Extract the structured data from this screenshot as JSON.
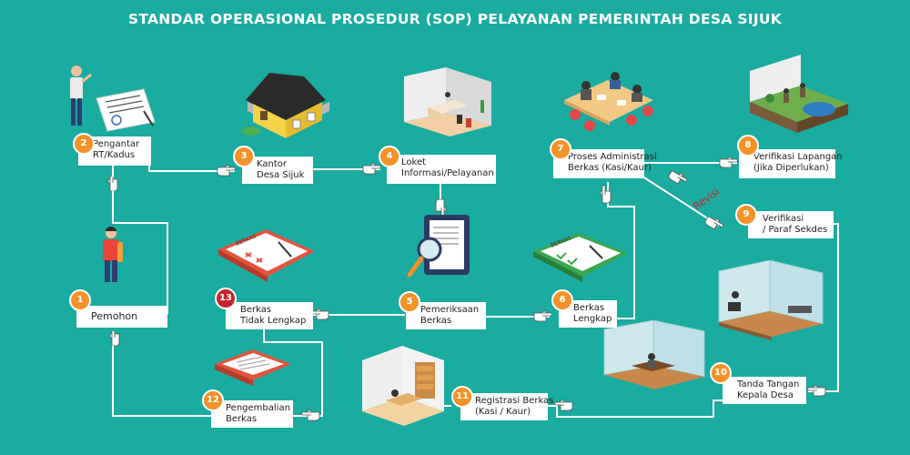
{
  "title": "STANDAR OPERASIONAL PROSEDUR (SOP) PELAYANAN PEMERINTAH DESA SIJUK",
  "colors": {
    "background": "#1aaba1",
    "step_badge": "#f39229",
    "incomplete_badge": "#c8252c",
    "revision_text": "#c8252c"
  },
  "steps": [
    {
      "number": "1",
      "lines": [
        "Pemohon"
      ]
    },
    {
      "number": "2",
      "lines": [
        "Pengantar",
        "RT/Kadus"
      ]
    },
    {
      "number": "3",
      "lines": [
        "Kantor",
        "Desa Sijuk"
      ]
    },
    {
      "number": "4",
      "lines": [
        "Loket",
        "Informasi/Pelayanan"
      ]
    },
    {
      "number": "5",
      "lines": [
        "Pemeriksaan",
        "Berkas"
      ]
    },
    {
      "number": "6",
      "lines": [
        "Berkas",
        "Lengkap"
      ]
    },
    {
      "number": "7",
      "lines": [
        "Proses Administrasi",
        "Berkas (Kasi/Kaur)"
      ]
    },
    {
      "number": "8",
      "lines": [
        "Verifikasi Lapangan",
        "(Jika Diperlukan)"
      ]
    },
    {
      "number": "9",
      "lines": [
        "Verifikasi",
        "/ Paraf Sekdes"
      ]
    },
    {
      "number": "10",
      "lines": [
        "Tanda Tangan",
        "Kepala Desa"
      ]
    },
    {
      "number": "11",
      "lines": [
        "Registrasi Berkas",
        "(Kasi / Kaur)"
      ]
    },
    {
      "number": "12",
      "lines": [
        "Pengembalian",
        "Berkas"
      ]
    },
    {
      "number": "13",
      "lines": [
        "Berkas",
        "Tidak Lengkap"
      ]
    }
  ],
  "revision_label": "Revisi",
  "clipboard_label": "BERKAS",
  "icons": {
    "pointer": "pointing-hand-icon",
    "person": "person-icon",
    "house": "house-icon",
    "counter": "service-counter-icon",
    "document_check": "magnifier-document-icon",
    "clipboard": "clipboard-icon",
    "meeting": "meeting-room-icon",
    "field": "field-inspection-icon",
    "office": "office-room-icon",
    "folder": "red-folder-icon"
  }
}
